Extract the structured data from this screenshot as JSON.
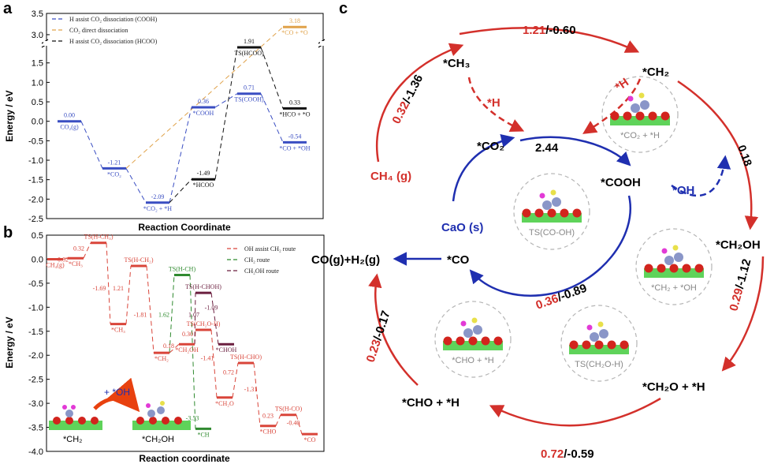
{
  "panels": {
    "a": "a",
    "b": "b",
    "c": "c"
  },
  "chart_data": [
    {
      "type": "line",
      "panel": "a",
      "ylabel": "Energy / eV",
      "xlabel": "Reaction Coordinate",
      "ylim": [
        -2.5,
        3.5
      ],
      "y_axis_break": [
        1.9,
        2.85
      ],
      "yticks": [
        "-2.5",
        "-2.0",
        "-1.5",
        "-1.0",
        "-0.5",
        "0.0",
        "0.5",
        "1.0",
        "1.5",
        "3.0",
        "3.5"
      ],
      "legend_placement": "top-left",
      "series": [
        {
          "name": "H assist CO₂ dissociation (COOH)",
          "color": "#3a4ec2",
          "dash": "6,4",
          "points": [
            {
              "label": "CO₂(g)",
              "value": "0.00",
              "y": 0.0
            },
            {
              "label": "*CO₂",
              "value": "-1.21",
              "y": -1.21
            },
            {
              "label": "*CO₂ + *H",
              "value": "-2.09",
              "y": -2.09
            },
            {
              "label": "*COOH",
              "value": "0.36",
              "y": 0.36
            },
            {
              "label": "TS(COOH)",
              "value": "0.71",
              "y": 0.71
            },
            {
              "label": "*CO + *OH",
              "value": "-0.54",
              "y": -0.54
            }
          ]
        },
        {
          "name": "CO₂ direct dissociation",
          "color": "#e0a24a",
          "dash": "6,4",
          "points": [
            {
              "label": "*CO₂",
              "value": "",
              "y": -1.21
            },
            {
              "label": "*CO + *O",
              "value": "3.18",
              "y": 3.18
            }
          ]
        },
        {
          "name": "H assist CO₂ dissociation (HCOO)",
          "color": "#111111",
          "dash": "6,4",
          "points": [
            {
              "label": "*CO₂ + *H",
              "value": "",
              "y": -2.09
            },
            {
              "label": "*HCOO",
              "value": "-1.49",
              "y": -1.49
            },
            {
              "label": "TS(HCOO)",
              "value": "1.91",
              "y": 1.91
            },
            {
              "label": "*HCO + *O",
              "value": "0.33",
              "y": 0.33
            }
          ]
        }
      ]
    },
    {
      "type": "line",
      "panel": "b",
      "ylabel": "Energy / eV",
      "xlabel": "Reaction coordinate",
      "ylim": [
        -4.0,
        0.5
      ],
      "yticks": [
        "-4.0",
        "-3.5",
        "-3.0",
        "-2.5",
        "-2.0",
        "-1.5",
        "-1.0",
        "-0.5",
        "0.0",
        "0.5"
      ],
      "legend_placement": "top-right",
      "series": [
        {
          "name": "OH assist CH₂ route",
          "color": "#d9453a",
          "dash": "6,4",
          "points": [
            {
              "label": "CH₄(g)",
              "y": 0.0
            },
            {
              "label": "*CH₃",
              "y": 0.02
            },
            {
              "label": "TS(H-CH₃)",
              "y": 0.34
            },
            {
              "label": "*CH₃",
              "y": -1.35
            },
            {
              "label": "TS(H-CH₂)",
              "y": -0.14
            },
            {
              "label": "*CH₂",
              "y": -1.95
            },
            {
              "label": "*CH₂OH",
              "y": -1.77
            },
            {
              "label": "TS(CH₂O-H)",
              "y": -1.47
            },
            {
              "label": "*CH₂O",
              "y": -2.88
            },
            {
              "label": "TS(H-CHO)",
              "y": -2.16
            },
            {
              "label": "*CHO",
              "y": -3.47
            },
            {
              "label": "TS(H-CO)",
              "y": -3.24
            },
            {
              "label": "*CO",
              "y": -3.64
            }
          ]
        },
        {
          "name": "CH₂ route",
          "color": "#2f8a2f",
          "dash": "6,4",
          "points": [
            {
              "label": "*CH₂",
              "y": -1.95
            },
            {
              "label": "TS(H-CH)",
              "y": -0.33
            },
            {
              "label": "*CH",
              "y": -3.53
            }
          ]
        },
        {
          "name": "CH₂OH route",
          "color": "#6b1f3f",
          "dash": "6,4",
          "points": [
            {
              "label": "*CH₂OH",
              "y": -1.77
            },
            {
              "label": "TS(H-CHOH)",
              "y": -0.7
            },
            {
              "label": "*CHOH",
              "y": -1.77
            }
          ]
        }
      ],
      "annotations": [
        "0.02",
        "0.32",
        "-1.69",
        "1.21",
        "-1.81",
        "1.62",
        "0.18",
        "0.30",
        "1.07",
        "-1.09",
        "-1.41",
        "0.72",
        "-1.31",
        "0.23",
        "-0.40",
        "-3.53"
      ],
      "inset": {
        "arrow_label": "+ *OH",
        "left_label": "*CH₂",
        "right_label": "*CH₂OH"
      }
    }
  ],
  "cycle": {
    "species": {
      "ch3": "*CH₃",
      "ch2": "*CH₂",
      "co2": "*CO₂",
      "cooh": "*COOH",
      "ch4": "CH₄ (g)",
      "cao": "CaO (s)",
      "co": "*CO",
      "coh2": "CO(g)+H₂(g)",
      "ch2oh": "*CH₂OH",
      "ch2o_h": "*CH₂O + *H",
      "cho_h": "*CHO + *H"
    },
    "labels": {
      "e1_red": "1.21",
      "e1_rest": "/-0.60",
      "e2_red": "0.32",
      "e2_rest": "/-1.36",
      "e3": "0.18",
      "e4_red": "0.29",
      "e4_rest": "/-1.12",
      "e5_red": "0.72",
      "e5_rest": "/-0.59",
      "e6_red": "0.23",
      "e6_rest": "/-0.17",
      "e7_red": "0.36",
      "e7_rest": "/-0.89",
      "e8": "2.44",
      "h1": "*H",
      "h2": "*H",
      "oh": "*OH"
    },
    "insets": {
      "co2h": "*CO₂ + *H",
      "tscooh": "TS(CO-OH)",
      "ch2oh": "*CH₂ + *OH",
      "choh": "*CHO + *H",
      "tsch2o": "TS(CH₂O-H)"
    },
    "colors": {
      "red": "#d3302b",
      "blue": "#1f2fb0",
      "black": "#000000"
    }
  }
}
